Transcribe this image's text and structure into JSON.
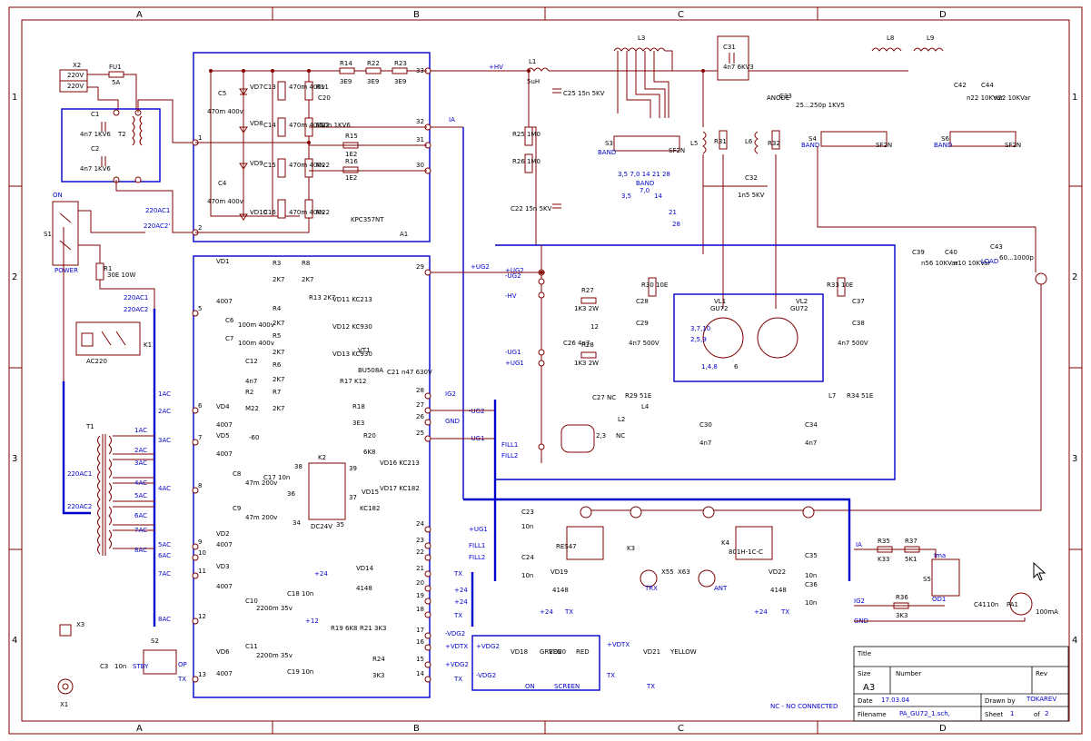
{
  "grid": {
    "cols": [
      "A",
      "B",
      "C",
      "D"
    ],
    "rows": [
      "1",
      "2",
      "3",
      "4"
    ]
  },
  "title_block": {
    "title_label": "Title",
    "size_label": "Size",
    "size_value": "A3",
    "number_label": "Number",
    "rev_label": "Rev",
    "date_label": "Date",
    "date_value": "17.03.04",
    "drawn_label": "Drawn by",
    "drawn_value": "TOKAREV",
    "filename_label": "Filename",
    "filename_value": "PA_GU72_1.sch,",
    "sheet_label": "Sheet",
    "sheet_value": "1",
    "of_label": "of",
    "of_value": "2"
  },
  "note": "NC - NO CONNECTED",
  "labels": {
    "x2": "X2",
    "v220a": "220V",
    "v220b": "220V",
    "fu1": "FU1",
    "fu1v": "5A",
    "c1": "C1",
    "c1v": "4n7 1KV6",
    "c2": "C2",
    "c2v": "4n7 1KV6",
    "t2": "T2",
    "on": "ON",
    "s1": "S1",
    "power": "POWER",
    "r1": "R1",
    "r1v": "30E 10W",
    "ac1": "220AC1",
    "ac2": "220AC2",
    "ac2b": "220AC2'",
    "ac1b": "220AC1",
    "ac2c": "220AC2",
    "k1": "K1",
    "ac220": "AC220",
    "t1": "T1",
    "t1a": "220AC1",
    "t1b": "220AC2",
    "ac1s": "1AC",
    "ac2s": "2AC",
    "ac3s": "3AC",
    "ac4s": "4AC",
    "ac5s": "5AC",
    "ac6s": "6AC",
    "ac7s": "7AC",
    "ac8s": "8AC",
    "x3": "X3",
    "x1": "X1",
    "c3": "C3",
    "c3v": "10n",
    "s2": "S2",
    "stby": "STBY",
    "op": "OP",
    "tx": "TX",
    "hv": "+HV",
    "l1": "L1",
    "l1v": "5uH",
    "ia": "IA",
    "c31": "C31",
    "c31v": "4n7 6KV3",
    "l3": "L3",
    "l8": "L8",
    "l9": "L9",
    "band": "BAND",
    "band2": "BAND",
    "bands": "3,5  7,0  14  21  28",
    "anode": "ANODE",
    "c33": "C33",
    "c33v": "25...250p 1KV5",
    "c42": "C42",
    "c42v": "n22 10KVar",
    "c44": "C44",
    "c44v": "n22 10KVar",
    "c32": "C32",
    "c32v": "1n5 5KV",
    "c39": "C39",
    "c39v": "n56 10KVar",
    "c40": "C40",
    "c40v": "n10 10KVar",
    "c43": "C43",
    "c43v": "60...1000p",
    "load": "LOAD",
    "vl1": "VL1",
    "vl1t": "GU72",
    "vl2": "VL2",
    "vl2t": "GU72",
    "k2": "K2",
    "k2v": "DC24V",
    "k3": "K3",
    "k3t": "RES47",
    "k4": "K4",
    "k4t": "801H-1C-C",
    "x55": "X55",
    "x63": "X63",
    "trx": "TRX",
    "ant": "ANT",
    "s5": "S5",
    "ima": "Ima",
    "od1": "OD1",
    "pa1": "PA1",
    "pa1v": "100mA",
    "r35": "R35",
    "r35v": "K33",
    "r37": "R37",
    "r37v": "5K1",
    "r36": "R36",
    "r36v": "3K3",
    "c41": "C41",
    "c41v": "10n",
    "ig2": "IG2",
    "gnd": "GND",
    "vd18": "VD18",
    "vd20": "VD20",
    "vd21": "VD21",
    "green": "GREEN",
    "red": "RED",
    "yellow": "YELLOW",
    "screen": "SCREEN",
    "on2": "ON",
    "vdtx": "+VDTX",
    "vdg2": "+VDG2",
    "vdg2n": "-VDG2",
    "a1": "A1",
    "kpc": "KPC357NT",
    "vt1": "VT1",
    "vt1v": "BU508A"
  }
}
